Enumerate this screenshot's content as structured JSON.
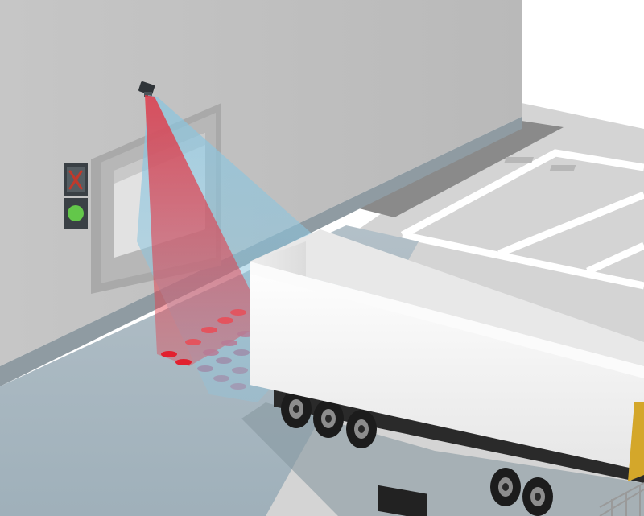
{
  "scene": {
    "type": "loading-dock-sensor-illustration",
    "signal_lights": {
      "stop": {
        "state": "off",
        "symbol": "x-cross-icon",
        "color": "#c0392b",
        "frame": "#3a4045"
      },
      "go": {
        "state": "on",
        "symbol": "green-circle-icon",
        "color": "#63c74a",
        "frame": "#3a4045"
      }
    },
    "sensor": {
      "beams": [
        "red",
        "blue"
      ],
      "mount": "wall"
    },
    "colors": {
      "wall": "#c3c3c3",
      "floor": "#a8b7c0",
      "dock_floor": "#d4d4d4",
      "parking_lines": "#ffffff",
      "red_beam": "#e23a48",
      "blue_beam": "#8cc5de",
      "trailer_body": "#f3f3f3",
      "trailer_accent": "#d4a72a",
      "tire": "#1c1c1c"
    }
  }
}
